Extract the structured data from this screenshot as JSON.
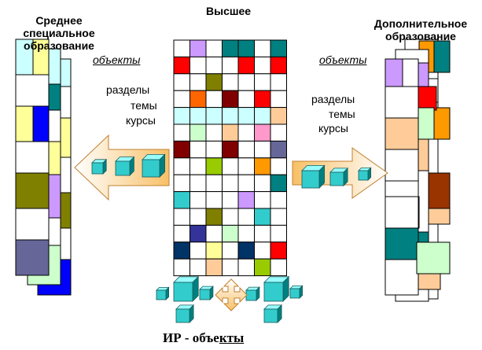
{
  "titles": {
    "left": "Среднее специальное образование",
    "center": "Высшее",
    "right": "Дополнительное образование"
  },
  "left_side": {
    "objects": "объекты",
    "sections": "разделы",
    "topics": "темы",
    "courses": "курсы"
  },
  "right_side": {
    "objects": "объекты",
    "sections": "разделы",
    "topics": "темы",
    "courses": "курсы"
  },
  "bottom_label": {
    "part1": "ИР - объе",
    "part2": "кты"
  },
  "grid_colors": [
    [
      "#ffffff",
      "#cc99ff",
      "#ffffff",
      "#008080",
      "#008080",
      "#ffffff",
      "#008080"
    ],
    [
      "#ff0000",
      "#ffffff",
      "#ffffff",
      "#ffffff",
      "#ff0000",
      "#ffffff",
      "#ff0000"
    ],
    [
      "#ffffff",
      "#ffffff",
      "#808000",
      "#ffffff",
      "#ffffff",
      "#ffffff",
      "#ffffff"
    ],
    [
      "#ffffff",
      "#ff6600",
      "#ffffff",
      "#800000",
      "#ffffff",
      "#ff0000",
      "#ffffff"
    ],
    [
      "#ccffff",
      "#ccffff",
      "#ccffff",
      "#ccffff",
      "#ccffff",
      "#ccffff",
      "#ffcc99"
    ],
    [
      "#ffffff",
      "#ccffcc",
      "#ffffff",
      "#ffcc99",
      "#ffffff",
      "#ff99cc",
      "#ffffff"
    ],
    [
      "#800000",
      "#ffffff",
      "#ffffff",
      "#800000",
      "#ffffff",
      "#ffffff",
      "#666699"
    ],
    [
      "#ffffff",
      "#ffffff",
      "#99cc00",
      "#ffffff",
      "#ffffff",
      "#ff9900",
      "#ffffff"
    ],
    [
      "#ffffff",
      "#ffffff",
      "#ffffff",
      "#ffffff",
      "#ffffff",
      "#ffffff",
      "#008080"
    ],
    [
      "#33cccc",
      "#ffffff",
      "#ffffff",
      "#ffffff",
      "#cc99ff",
      "#ffffff",
      "#ffffff"
    ],
    [
      "#ffffff",
      "#ffffff",
      "#808000",
      "#ffffff",
      "#ffffff",
      "#33cccc",
      "#ffffff"
    ],
    [
      "#ffffff",
      "#333399",
      "#ffffff",
      "#ccffcc",
      "#ffffff",
      "#ffffff",
      "#ffffff"
    ],
    [
      "#003366",
      "#ffffff",
      "#ffff99",
      "#ffffff",
      "#003366",
      "#ffffff",
      "#ff0000"
    ],
    [
      "#ffffff",
      "#ffffff",
      "#ffcc99",
      "#ffffff",
      "#ffffff",
      "#99cc00",
      "#ffffff"
    ]
  ],
  "colors": {
    "arrow_fill": "#ffcc66",
    "cube_front": "#33cccc",
    "cube_top": "#99ffff",
    "cube_side": "#008080"
  }
}
